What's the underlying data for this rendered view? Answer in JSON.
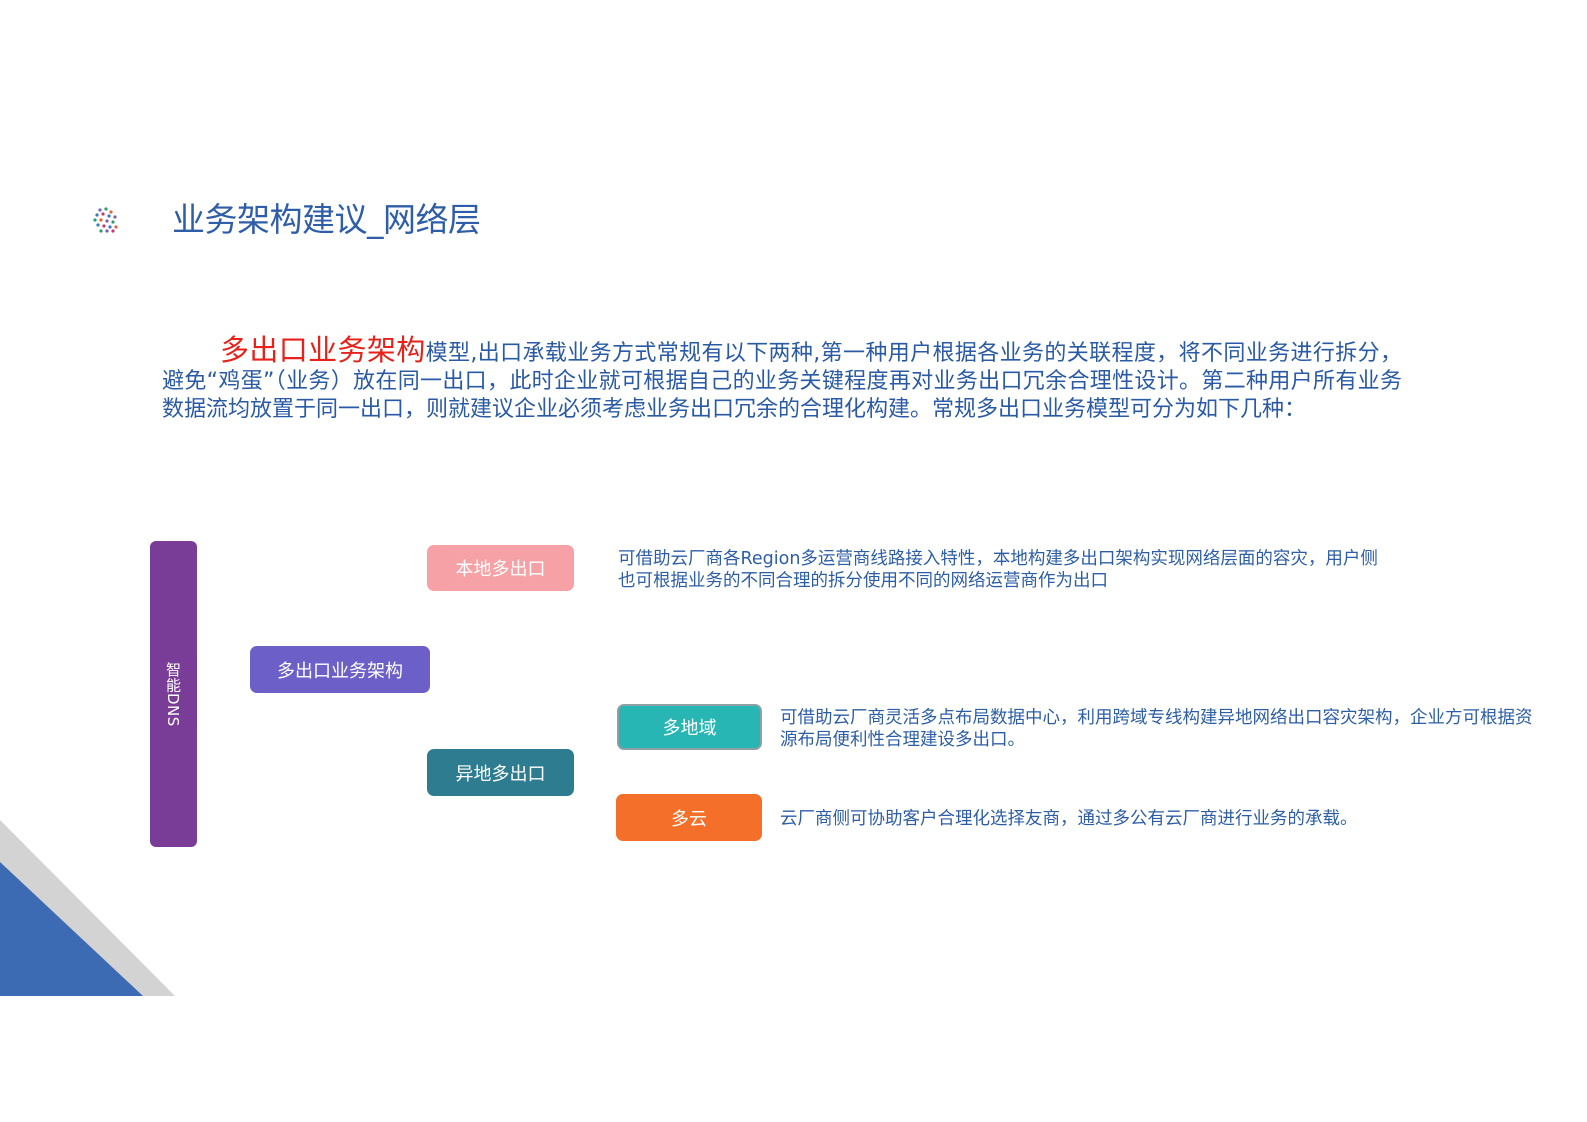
{
  "header": {
    "title": "业务架构建议_网络层",
    "logo_icon": "dotted-cube-icon"
  },
  "intro": {
    "highlight": "多出口业务架构",
    "text": "模型,出口承载业务方式常规有以下两种,第一种用户根据各业务的关联程度，将不同业务进行拆分，避免“鸡蛋”（业务）放在同一出口，此时企业就可根据自己的业务关键程度再对业务出口冗余合理性设计。第二种用户所有业务数据流均放置于同一出口，则就建议企业必须考虑业务出口冗余的合理化构建。常规多出口业务模型可分为如下几种："
  },
  "diagram": {
    "dns_label": "智能DNS",
    "root_label": "多出口业务架构",
    "local": {
      "label": "本地多出口",
      "description": "可借助云厂商各Region多运营商线路接入特性，本地构建多出口架构实现网络层面的容灾，用户侧也可根据业务的不同合理的拆分使用不同的网络运营商作为出口"
    },
    "remote": {
      "label": "异地多出口",
      "children": [
        {
          "label": "多地域",
          "description": "可借助云厂商灵活多点布局数据中心，利用跨域专线构建异地网络出口容灾架构，企业方可根据资源布局便利性合理建设多出口。"
        },
        {
          "label": "多云",
          "description": "云厂商侧可协助客户合理化选择友商，通过多公有云厂商进行业务的承载。"
        }
      ]
    }
  },
  "colors": {
    "title": "#2f5ea8",
    "highlight": "#e6221b",
    "dns_bar": "#7a3d97",
    "root": "#6c5fc7",
    "local": "#f5a1a5",
    "remote": "#2e7c8f",
    "region": "#27b6b3",
    "cloud": "#f4702a",
    "corner_blue": "#3d6bb3",
    "corner_gray": "#d3d3d3"
  }
}
